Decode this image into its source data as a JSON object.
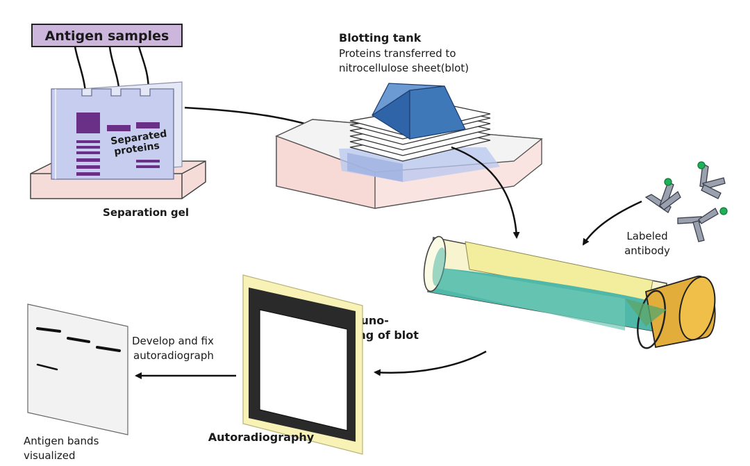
{
  "labels": {
    "antigen_samples": "Antigen samples",
    "separated_line1": "Separated",
    "separated_line2": "proteins",
    "separation_gel": "Separation gel",
    "blotting_tank_title": "Blotting tank",
    "blotting_tank_line1": "Proteins transferred to",
    "blotting_tank_line2": "nitrocellulose sheet(blot)",
    "labeled_line1": "Labeled",
    "labeled_line2": "antibody",
    "immuno_line1": "Immuno-",
    "immuno_line2": "staining of blot",
    "develop_line1": "Develop and fix",
    "develop_line2": "autoradiograph",
    "autoradiography": "Autoradiography",
    "bands_line1": "Antigen bands",
    "bands_line2": "visualized"
  },
  "colors": {
    "antigen_box": "#cdb6dc",
    "gel": "#c6cdee",
    "protein_band": "#6a2f86",
    "tray": "#f6dcd8",
    "tank_block": "#3e78b8",
    "tube_liquid": "#4fb8a8",
    "tube_glass": "#f6f1a6",
    "tube_cap": "#e2ad3a",
    "film_frame": "#f8f2b6",
    "antibody": "#9aa0ad",
    "antibody_tag": "#1fb05a"
  }
}
